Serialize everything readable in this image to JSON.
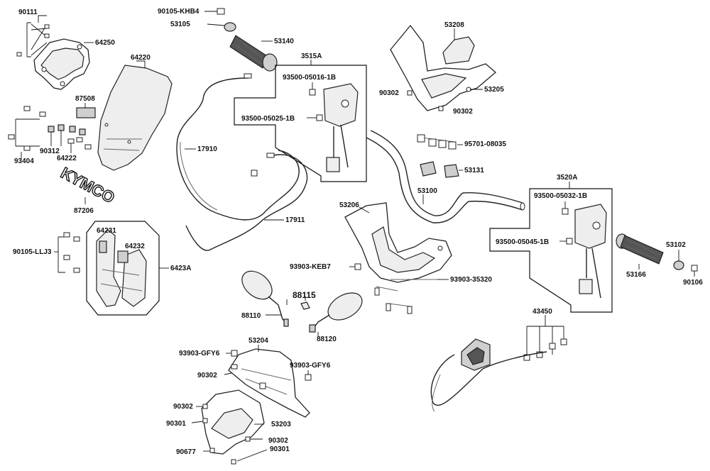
{
  "parts": {
    "p90111": "90111",
    "p64250": "64250",
    "p90105_KHB4": "90105-KHB4",
    "p53105": "53105",
    "p53140": "53140",
    "p3515A": "3515A",
    "p53208": "53208",
    "p64220": "64220",
    "p87508": "87508",
    "p93500_05016_1B": "93500-05016-1B",
    "p90302_a": "90302",
    "p53205": "53205",
    "p90302_b": "90302",
    "p93500_05025_1B": "93500-05025-1B",
    "p90312": "90312",
    "p64222": "64222",
    "p93404": "93404",
    "p17910": "17910",
    "p95701_08035": "95701-08035",
    "p53131": "53131",
    "p87206": "87206",
    "p3520A": "3520A",
    "p53100": "53100",
    "p53206": "53206",
    "p93500_05032_1B": "93500-05032-1B",
    "p17911": "17911",
    "p64231": "64231",
    "p90105_LLJ3": "90105-LLJ3",
    "p64232": "64232",
    "p6423A": "6423A",
    "p93500_05045_1B": "93500-05045-1B",
    "p53102": "53102",
    "p93903_KEB7": "93903-KEB7",
    "p53166": "53166",
    "p93903_35320": "93903-35320",
    "p90106": "90106",
    "p88115": "88115",
    "p88110": "88110",
    "p88120": "88120",
    "p43450": "43450",
    "p53204": "53204",
    "p93903_GFY6_a": "93903-GFY6",
    "p93903_GFY6_b": "93903-GFY6",
    "p90302_c": "90302",
    "p90302_d": "90302",
    "p90301_a": "90301",
    "p53203": "53203",
    "p90302_e": "90302",
    "p90677": "90677",
    "p90301_b": "90301"
  },
  "decal_text": "KYMCO",
  "colors": {
    "line": "#111111",
    "part_fill": "#ffffff",
    "shade": "#cfcfcf"
  }
}
